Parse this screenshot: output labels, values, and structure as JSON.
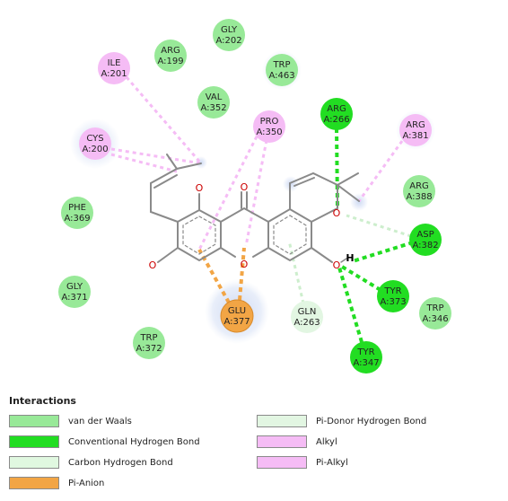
{
  "colors": {
    "van_der_waals": "#98e998",
    "conventional_hbond": "#22dd22",
    "carbon_hbond": "#e0f8e0",
    "pi_anion": "#f2a545",
    "pi_donor_hbond": "#e2f6e2",
    "alkyl": "#f5bcf5",
    "pi_alkyl": "#f5bcf5",
    "bond": "#8a8a8a",
    "oxygen": "#cc0000"
  },
  "residues": [
    {
      "name": "GLY",
      "num": "A:202",
      "type": "van_der_waals"
    },
    {
      "name": "ARG",
      "num": "A:199",
      "type": "van_der_waals"
    },
    {
      "name": "TRP",
      "num": "A:463",
      "type": "van_der_waals"
    },
    {
      "name": "ILE",
      "num": "A:201",
      "type": "alkyl"
    },
    {
      "name": "VAL",
      "num": "A:352",
      "type": "van_der_waals"
    },
    {
      "name": "ARG",
      "num": "A:266",
      "type": "conventional_hbond"
    },
    {
      "name": "PRO",
      "num": "A:350",
      "type": "alkyl"
    },
    {
      "name": "ARG",
      "num": "A:381",
      "type": "alkyl"
    },
    {
      "name": "CYS",
      "num": "A:200",
      "type": "alkyl"
    },
    {
      "name": "ARG",
      "num": "A:388",
      "type": "van_der_waals"
    },
    {
      "name": "PHE",
      "num": "A:369",
      "type": "van_der_waals"
    },
    {
      "name": "ASP",
      "num": "A:382",
      "type": "conventional_hbond"
    },
    {
      "name": "GLY",
      "num": "A:371",
      "type": "van_der_waals"
    },
    {
      "name": "TYR",
      "num": "A:373",
      "type": "conventional_hbond"
    },
    {
      "name": "TRP",
      "num": "A:346",
      "type": "van_der_waals"
    },
    {
      "name": "GLU",
      "num": "A:377",
      "type": "pi_anion"
    },
    {
      "name": "GLN",
      "num": "A:263",
      "type": "pi_donor_hbond"
    },
    {
      "name": "TRP",
      "num": "A:372",
      "type": "van_der_waals"
    },
    {
      "name": "TYR",
      "num": "A:347",
      "type": "conventional_hbond"
    }
  ],
  "atom_labels": {
    "oxygen": "O",
    "hydrogen": "H"
  },
  "legend": {
    "title": "Interactions",
    "items": [
      {
        "label": "van der Waals",
        "type": "van_der_waals"
      },
      {
        "label": "Conventional Hydrogen Bond",
        "type": "conventional_hbond"
      },
      {
        "label": "Carbon Hydrogen Bond",
        "type": "carbon_hbond"
      },
      {
        "label": "Pi-Anion",
        "type": "pi_anion"
      },
      {
        "label": "Pi-Donor Hydrogen Bond",
        "type": "pi_donor_hbond"
      },
      {
        "label": "Alkyl",
        "type": "alkyl"
      },
      {
        "label": "Pi-Alkyl",
        "type": "pi_alkyl"
      }
    ]
  }
}
